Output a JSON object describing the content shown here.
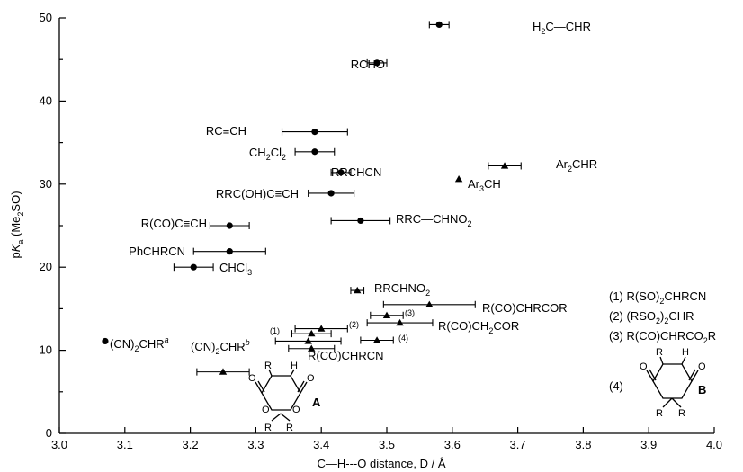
{
  "chart_data": {
    "type": "scatter",
    "title": "",
    "xlabel": "C—H---O distance, D / Å",
    "ylabel": "pKa (Me2SO)",
    "xlim": [
      3.0,
      4.0
    ],
    "ylim": [
      0,
      50
    ],
    "xticks": [
      "3.0",
      "3.1",
      "3.2",
      "3.3",
      "3.4",
      "3.5",
      "3.6",
      "3.7",
      "3.8",
      "3.9",
      "4.0"
    ],
    "yticks": [
      "0",
      "10",
      "20",
      "30",
      "40",
      "50"
    ],
    "grid": false,
    "legend": "none",
    "points": [
      {
        "label": "H2C=CHR",
        "x": 3.58,
        "y": 49.2,
        "xerr": 0.015,
        "marker": "circle"
      },
      {
        "label": "RCHO",
        "x": 3.485,
        "y": 44.6,
        "xerr": 0.015,
        "marker": "circle"
      },
      {
        "label": "RC≡CH",
        "x": 3.39,
        "y": 36.3,
        "xerr": 0.05,
        "marker": "circle"
      },
      {
        "label": "CH2Cl2",
        "x": 3.39,
        "y": 33.9,
        "xerr": 0.03,
        "marker": "circle"
      },
      {
        "label": "RRCHCN",
        "x": 3.43,
        "y": 31.4,
        "xerr": 0.015,
        "marker": "circle"
      },
      {
        "label": "RRC(OH)C≡CH",
        "x": 3.415,
        "y": 28.9,
        "xerr": 0.035,
        "marker": "circle"
      },
      {
        "label": "RRC=CHNO2",
        "x": 3.46,
        "y": 25.6,
        "xerr": 0.045,
        "marker": "circle"
      },
      {
        "label": "R(CO)C≡CH",
        "x": 3.26,
        "y": 25.0,
        "xerr": 0.03,
        "marker": "circle"
      },
      {
        "label": "PhCHRCN",
        "x": 3.26,
        "y": 21.9,
        "xerr": 0.055,
        "marker": "circle"
      },
      {
        "label": "CHCl3",
        "x": 3.205,
        "y": 20.0,
        "xerr": 0.03,
        "marker": "circle"
      },
      {
        "label": "(CN)2CHR",
        "x": 3.07,
        "y": 11.1,
        "xerr": 0,
        "marker": "circle"
      },
      {
        "label": "Ar2CHR",
        "x": 3.68,
        "y": 32.2,
        "xerr": 0.025,
        "marker": "triangle"
      },
      {
        "label": "Ar3CH",
        "x": 3.61,
        "y": 30.6,
        "xerr": 0,
        "marker": "triangle"
      },
      {
        "label": "RRCHNO2",
        "x": 3.455,
        "y": 17.2,
        "xerr": 0.01,
        "marker": "triangle"
      },
      {
        "label": "R(CO)CHRCOR",
        "x": 3.565,
        "y": 15.5,
        "xerr": 0.07,
        "marker": "triangle"
      },
      {
        "label": "(3)",
        "x": 3.5,
        "y": 14.2,
        "xerr": 0.025,
        "marker": "triangle"
      },
      {
        "label": "R(CO)CH2COR",
        "x": 3.52,
        "y": 13.3,
        "xerr": 0.05,
        "marker": "triangle"
      },
      {
        "label": "(2)",
        "x": 3.4,
        "y": 12.6,
        "xerr": 0.04,
        "marker": "triangle"
      },
      {
        "label": "(1)",
        "x": 3.385,
        "y": 12.0,
        "xerr": 0.03,
        "marker": "triangle"
      },
      {
        "label": "(4)",
        "x": 3.485,
        "y": 11.2,
        "xerr": 0.025,
        "marker": "triangle"
      },
      {
        "label": "(CN)2CHR",
        "x": 3.38,
        "y": 11.1,
        "xerr": 0.05,
        "marker": "triangle"
      },
      {
        "label": "R(CO)CHRCN",
        "x": 3.385,
        "y": 10.2,
        "xerr": 0.035,
        "marker": "triangle"
      },
      {
        "label": "A",
        "x": 3.25,
        "y": 7.4,
        "xerr": 0.04,
        "marker": "triangle"
      }
    ],
    "labels": {
      "ethylene_pre": "H",
      "ethylene_sub": "2",
      "ethylene_post": "C—CHR",
      "rcho": "RCHO",
      "alkyne": "RC≡CH",
      "ch2cl2_a": "CH",
      "ch2cl2_sub1": "2",
      "ch2cl2_b": "Cl",
      "ch2cl2_sub2": "2",
      "rrchcn": "RRCHCN",
      "propargyl": "RRC(OH)C≡CH",
      "nitroalkene_pre": "RRC—CHNO",
      "nitroalkene_sub": "2",
      "ynone": "R(CO)C≡CH",
      "phchrcn": "PhCHRCN",
      "chcl3_pre": "CHCl",
      "chcl3_sub": "3",
      "cn2_left_a": "(CN)",
      "cn2_left_sub": "2",
      "cn2_left_b": "CHR",
      "cn2_left_sup": "a",
      "cn2_right_a": "(CN)",
      "cn2_right_sub": "2",
      "cn2_right_b": "CHR",
      "cn2_right_sup": "b",
      "ar2_pre": "Ar",
      "ar2_sub": "2",
      "ar2_post": "CHR",
      "ar3_pre": "Ar",
      "ar3_sub": "3",
      "ar3_post": "CH",
      "rrchno2_pre": "RRCHNO",
      "rrchno2_sub": "2",
      "diketone": "R(CO)CHRCOR",
      "acac": "R(CO)CH",
      "acac_sub": "2",
      "acac_post": "COR",
      "cyanoketone": "R(CO)CHRCN",
      "n1": "(1)",
      "n2": "(2)",
      "n3": "(3)",
      "n4": "(4)",
      "leg1_a": "(1) R(SO)",
      "leg1_sub": "2",
      "leg1_b": "CHRCN",
      "leg2_a": "(2) (RSO",
      "leg2_sub": "2",
      "leg2_b": ")",
      "leg2_sub2": "2",
      "leg2_c": "CHR",
      "leg3_a": "(3) R(CO)CHRCO",
      "leg3_sub": "2",
      "leg3_b": "R",
      "leg4": "(4)",
      "struct_a": "A",
      "struct_b": "B",
      "atom_o": "O",
      "atom_r": "R",
      "atom_h": "H",
      "ylab_p": "p",
      "ylab_k": "K",
      "ylab_a": "a",
      "ylab_rest": " (Me",
      "ylab_sub": "2",
      "ylab_end": "SO)"
    }
  }
}
